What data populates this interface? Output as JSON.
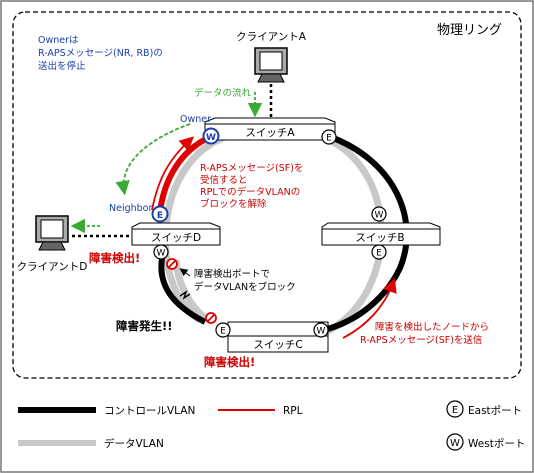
{
  "frame_title": "物理リング",
  "switches": {
    "a": "スイッチA",
    "b": "スイッチB",
    "c": "スイッチC",
    "d": "スイッチD"
  },
  "clients": {
    "a": "クライアントA",
    "d": "クライアントD"
  },
  "port_letters": {
    "east": "E",
    "west": "W"
  },
  "roles": {
    "owner": "Owner",
    "neighbor": "Neighbor"
  },
  "annotations": {
    "owner_note": [
      "Ownerは",
      "R-APSメッセージ(NR, RB)の",
      "送出を停止"
    ],
    "data_flow": "データの流れ",
    "rps_receive": [
      "R-APSメッセージ(SF)を",
      "受信すると",
      "RPLでのデータVLANの",
      "ブロックを解除"
    ],
    "fault_detect_d": "障害検出!",
    "fault_detect_c": "障害検出!",
    "fault_occur": "障害発生!!",
    "block_note": [
      "障害検出ポートで",
      "データVLANをブロック"
    ],
    "send_note": [
      "障害を検出したノードから",
      "R-APSメッセージ(SF)を送信"
    ]
  },
  "legend": {
    "control_vlan": "コントロールVLAN",
    "rpl": "RPL",
    "data_vlan": "データVLAN",
    "east_port": "Eastポート",
    "west_port": "Westポート"
  },
  "colors": {
    "control": "#000000",
    "rpl": "#e00000",
    "data": "#c8c8c8",
    "note_blue": "#1a3fa8",
    "note_red": "#d00000",
    "flow_green": "#3aaa35"
  }
}
